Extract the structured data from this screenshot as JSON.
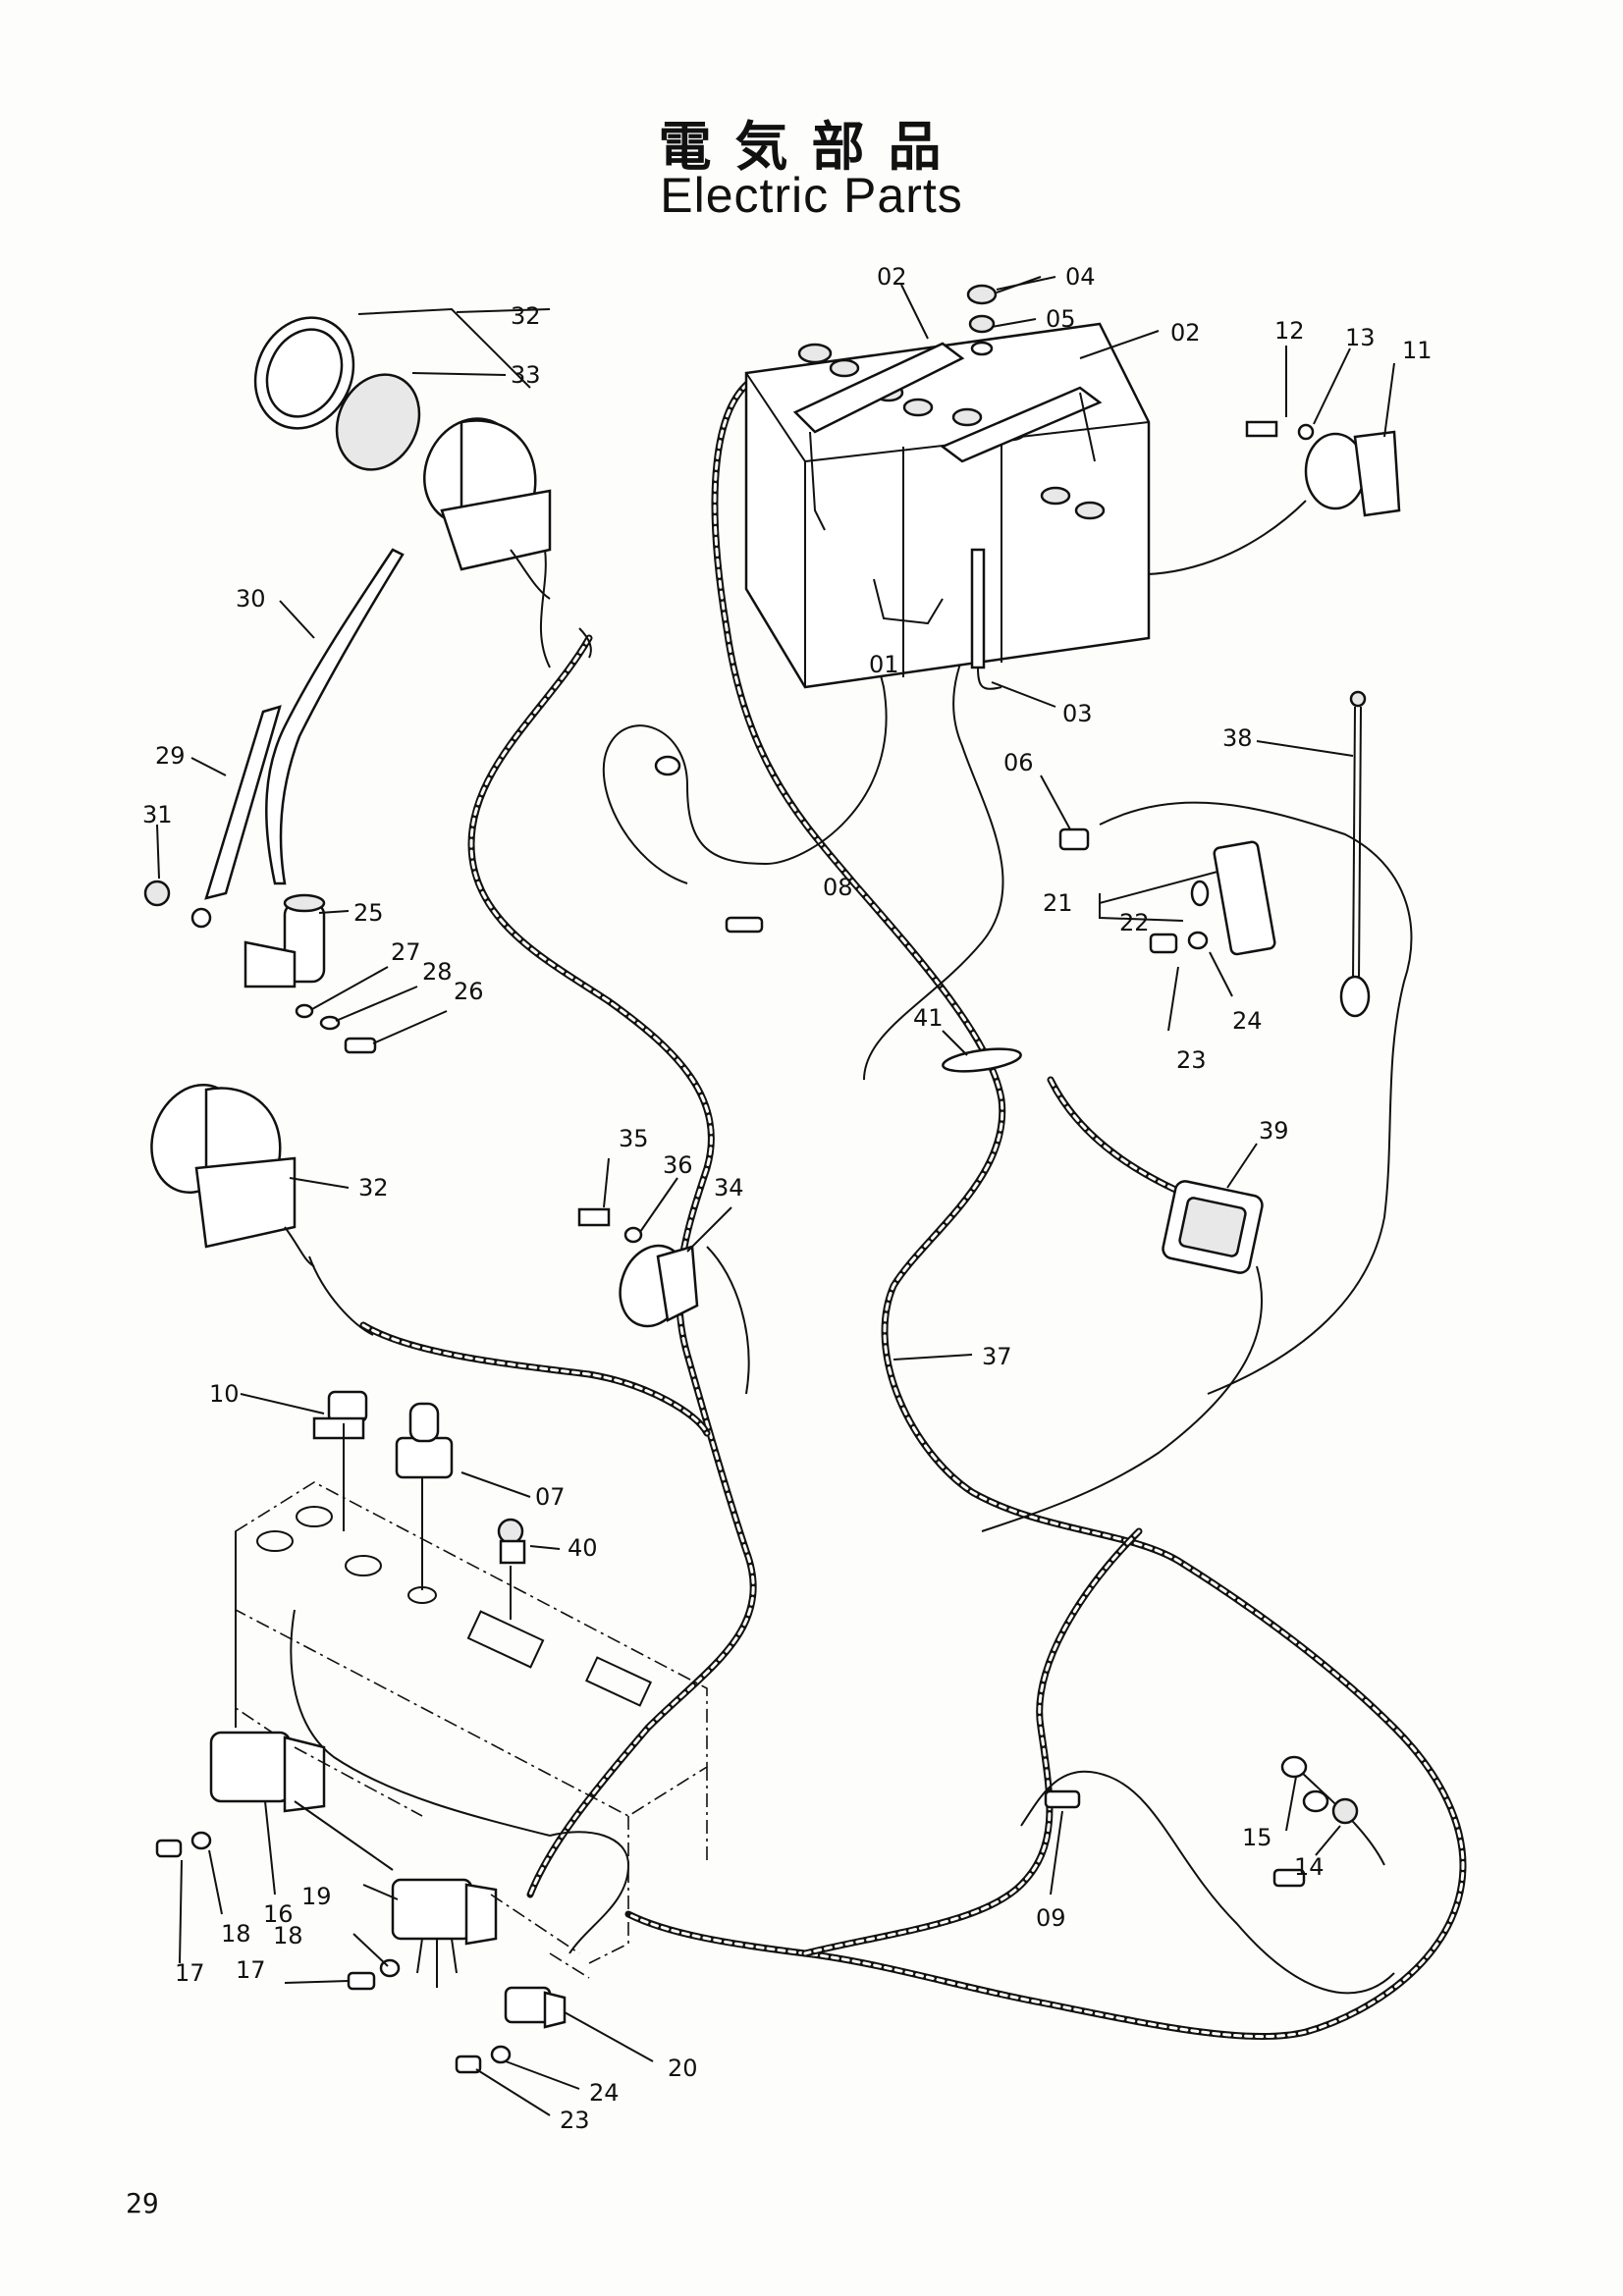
{
  "title": {
    "jp": "電気部品",
    "en": "Electric Parts"
  },
  "page_number": "29",
  "parts": {
    "01": "01",
    "02a": "02",
    "02b": "02",
    "03": "03",
    "04": "04",
    "05": "05",
    "06": "06",
    "07": "07",
    "08": "08",
    "09": "09",
    "10": "10",
    "11": "11",
    "12": "12",
    "13": "13",
    "14": "14",
    "15": "15",
    "16": "16",
    "17a": "17",
    "17b": "17",
    "18a": "18",
    "18b": "18",
    "19": "19",
    "20": "20",
    "21": "21",
    "22": "22",
    "23a": "23",
    "23b": "23",
    "24a": "24",
    "24b": "24",
    "25": "25",
    "26": "26",
    "27": "27",
    "28": "28",
    "29": "29",
    "30": "30",
    "31": "31",
    "32a": "32",
    "32b": "32",
    "33": "33",
    "34": "34",
    "35": "35",
    "36": "36",
    "37": "37",
    "38": "38",
    "39": "39",
    "40": "40",
    "41": "41"
  }
}
